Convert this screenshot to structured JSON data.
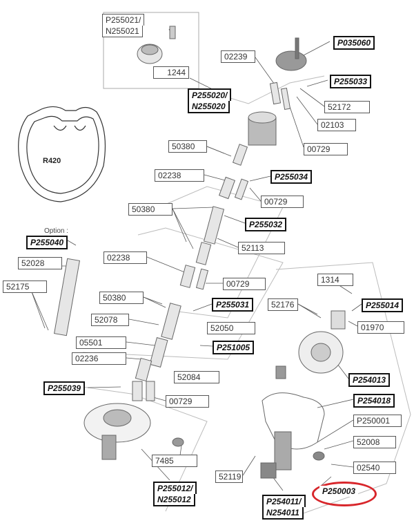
{
  "labels": {
    "p255021": "P255021/",
    "n255021": "N255021",
    "l1244": "1244",
    "l02239": "02239",
    "p035060": "P035060",
    "p255033": "P255033",
    "p255020": "P255020/",
    "n255020": "N255020",
    "l52172": "52172",
    "l02103": "02103",
    "l00729a": "00729",
    "l50380a": "50380",
    "l02238a": "02238",
    "p255034": "P255034",
    "l00729b": "00729",
    "l50380b": "50380",
    "p255032": "P255032",
    "option": "Option :",
    "p255040": "P255040",
    "l52028": "52028",
    "l52113": "52113",
    "l52175": "52175",
    "l02238b": "02238",
    "l00729c": "00729",
    "l1314": "1314",
    "l50380c": "50380",
    "p255031": "P255031",
    "l52176": "52176",
    "p255014": "P255014",
    "l52078": "52078",
    "l52050": "52050",
    "l01970": "01970",
    "l05501": "05501",
    "p251005": "P251005",
    "l02236": "02236",
    "l52084": "52084",
    "p254013": "P254013",
    "p255039": "P255039",
    "l00729d": "00729",
    "p254018": "P254018",
    "p250001": "P250001",
    "l52008": "52008",
    "l7485": "7485",
    "l02540": "02540",
    "l52119": "52119",
    "p250003": "P250003",
    "p255012": "P255012/",
    "n255012": "N255012",
    "p254011": "P254011/",
    "n254011": "N254011",
    "r420": "R420"
  },
  "colors": {
    "line": "#555555",
    "part": "#777777",
    "highlight": "#d8262b"
  }
}
